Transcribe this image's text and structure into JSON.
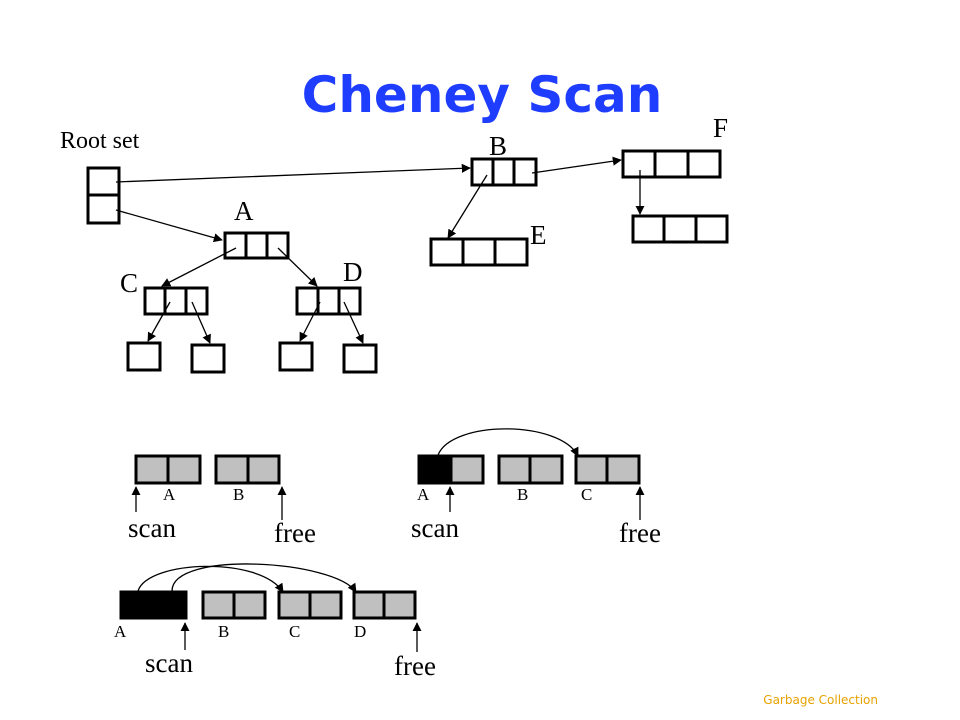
{
  "title": "Cheney Scan",
  "footer": "Garbage Collection",
  "colors": {
    "title": "#1f3dff",
    "footer": "#e8a200",
    "cell_gray": "#c0c0c0",
    "cell_black": "#000000"
  },
  "graph": {
    "root_label": "Root set",
    "nodes": {
      "A": "A",
      "B": "B",
      "C": "C",
      "D": "D",
      "E": "E",
      "F": "F"
    }
  },
  "snapshots": [
    {
      "labels": [
        "A",
        "B"
      ],
      "scan_label": "scan",
      "free_label": "free"
    },
    {
      "labels": [
        "A",
        "B",
        "C"
      ],
      "scan_label": "scan",
      "free_label": "free"
    },
    {
      "labels": [
        "A",
        "B",
        "C",
        "D"
      ],
      "scan_label": "scan",
      "free_label": "free"
    }
  ]
}
